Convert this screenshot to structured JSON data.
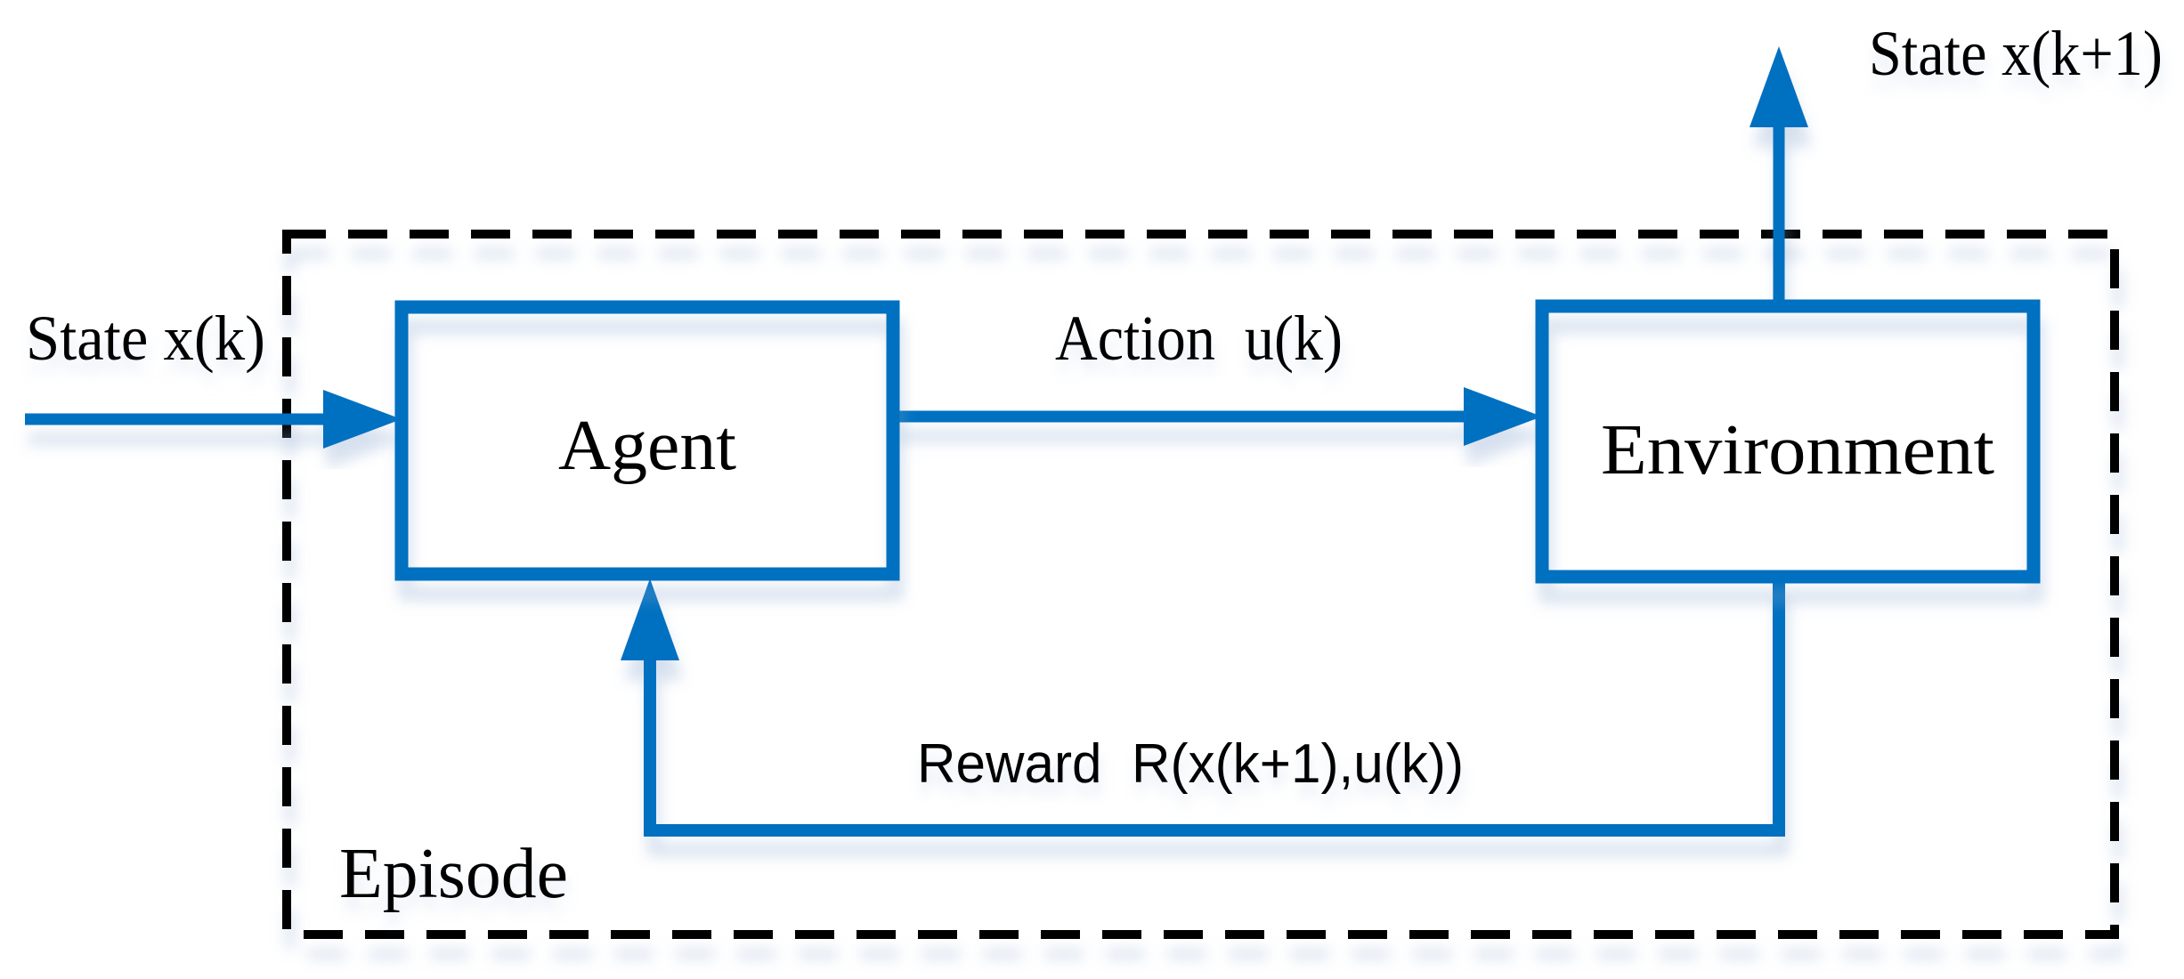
{
  "diagram": {
    "type": "block-diagram",
    "topic": "reinforcement-learning-loop",
    "container": {
      "label": "Episode"
    },
    "boxes": {
      "agent": {
        "label": "Agent"
      },
      "environment": {
        "label": "Environment"
      }
    },
    "arrows": {
      "state_in": {
        "label": "State x(k)",
        "from": "outside",
        "to": "agent"
      },
      "action": {
        "label": "Action  u(k)",
        "from": "agent",
        "to": "environment"
      },
      "state_out": {
        "label": "State x(k+1)",
        "from": "environment",
        "to": "outside"
      },
      "reward": {
        "label": "Reward  R(x(k+1),u(k))",
        "from": "environment",
        "to": "agent"
      }
    },
    "colors": {
      "line_blue": "#0070C0",
      "dash_black": "#000000",
      "text_black": "#000000",
      "box_fill": "#ffffff",
      "shadow": "#8CA9D0"
    }
  }
}
